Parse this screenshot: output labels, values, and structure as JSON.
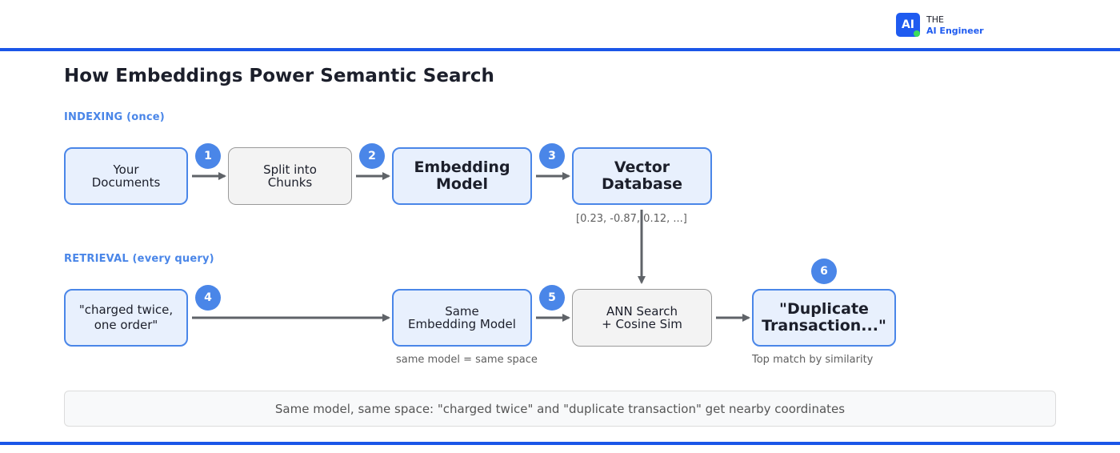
{
  "brand": {
    "logo_text": "AI",
    "line1": "THE",
    "line2": "AI Engineer"
  },
  "title": "How Embeddings Power Semantic Search",
  "indexing": {
    "label": "INDEXING (once)",
    "steps": [
      {
        "text": "Your\nDocuments"
      },
      {
        "text": "Split into\nChunks"
      },
      {
        "text": "Embedding\nModel"
      },
      {
        "text": "Vector\nDatabase"
      }
    ],
    "badges": [
      "1",
      "2",
      "3"
    ],
    "vector_example": "[0.23, -0.87, 0.12, ...]"
  },
  "retrieval": {
    "label": "RETRIEVAL (every query)",
    "steps": [
      {
        "text": "\"charged twice,\none order\""
      },
      {
        "text": "Same\nEmbedding Model"
      },
      {
        "text": "ANN Search\n+ Cosine Sim"
      },
      {
        "text": "\"Duplicate\nTransaction...\""
      }
    ],
    "badges": [
      "4",
      "5",
      "6"
    ],
    "note_model": "same model = same space",
    "note_match": "Top match by similarity"
  },
  "footer_note": "Same model, same space: \"charged twice\" and \"duplicate transaction\" get nearby coordinates",
  "colors": {
    "accent": "#4a86e8",
    "rule": "#1a56e8",
    "box_fill": "#e8f0fd",
    "arrow": "#5f6368"
  }
}
